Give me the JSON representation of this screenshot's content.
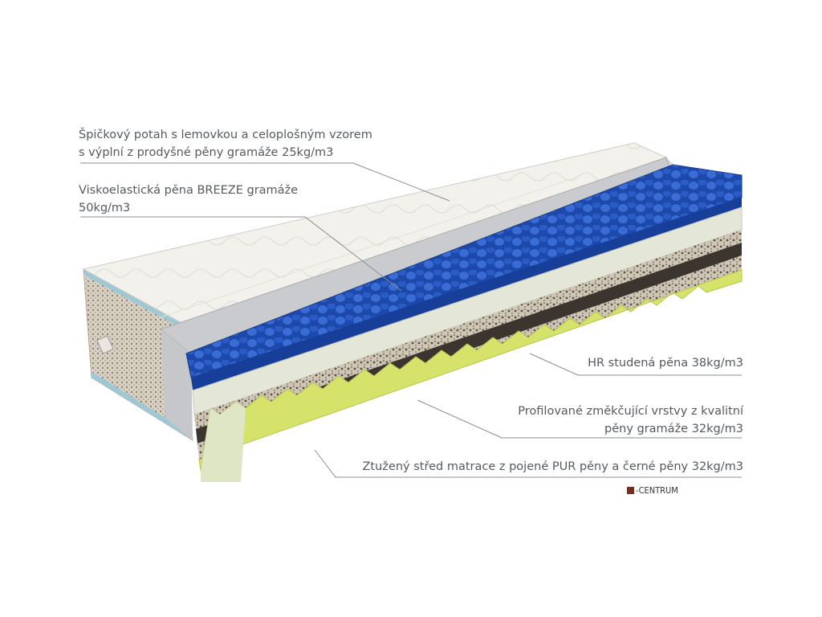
{
  "callouts": {
    "cover": {
      "line1": "Špičkový potah s lemovkou a celoplošným vzorem",
      "line2": "s výplní z prodyšné pěny gramáže 25kg/m3"
    },
    "visco": {
      "line1": "Viskoelastická pěna BREEZE gramáže",
      "line2": "50kg/m3"
    },
    "hr": {
      "line1": "HR studená pěna 38kg/m3"
    },
    "profiled": {
      "line1": "Profilované změkčující vrstvy z kvalitní",
      "line2": "pěny gramáže 32kg/m3"
    },
    "core": {
      "line1": "Ztužený střed matrace z pojené PUR pěny a černé pěny 32kg/m3"
    }
  },
  "logo": {
    "text": "-CENTRUM"
  },
  "colors": {
    "label": "#555a5e",
    "leader": "#8a8d90",
    "cover": "#efeee9",
    "blue_foam": "#1f4fb3",
    "hr_foam": "#e4e6d8",
    "dark_core": "#3b3530",
    "green_base": "#d6e36a",
    "logo_mark": "#7a2b1c"
  }
}
